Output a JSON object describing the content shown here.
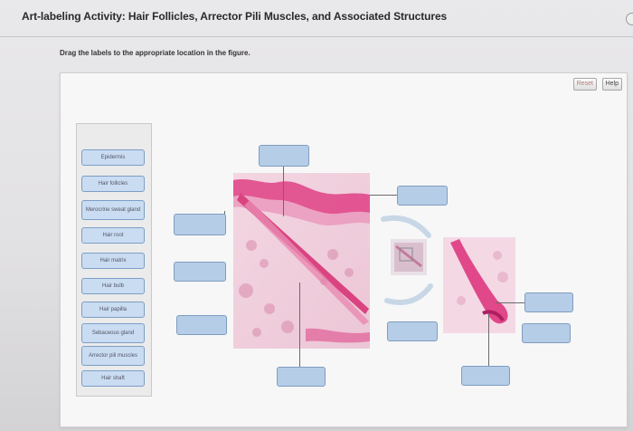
{
  "header": {
    "title": "Art-labeling Activity: Hair Follicles, Arrector Pili Muscles, and Associated Structures"
  },
  "instructions": "Drag the labels to the appropriate location in the figure.",
  "toolbar": {
    "reset_label": "Reset",
    "help_label": "Help"
  },
  "label_bank": [
    {
      "text": "Epidermis"
    },
    {
      "text": "Hair follicles"
    },
    {
      "text": "Merocrine sweat gland"
    },
    {
      "text": "Hair root"
    },
    {
      "text": "Hair matrix"
    },
    {
      "text": "Hair bulb"
    },
    {
      "text": "Hair papilla"
    },
    {
      "text": "Sebaceous gland"
    },
    {
      "text": "Arrector pili muscles"
    },
    {
      "text": "Hair shaft"
    }
  ],
  "colors": {
    "chip_fill": "#c9dcf2",
    "drop_fill": "#b6cde8",
    "tissue_pink": "#e0488a"
  },
  "icons": {
    "figure": "histology-micrograph",
    "zoom": "magnify-inset-icon"
  }
}
